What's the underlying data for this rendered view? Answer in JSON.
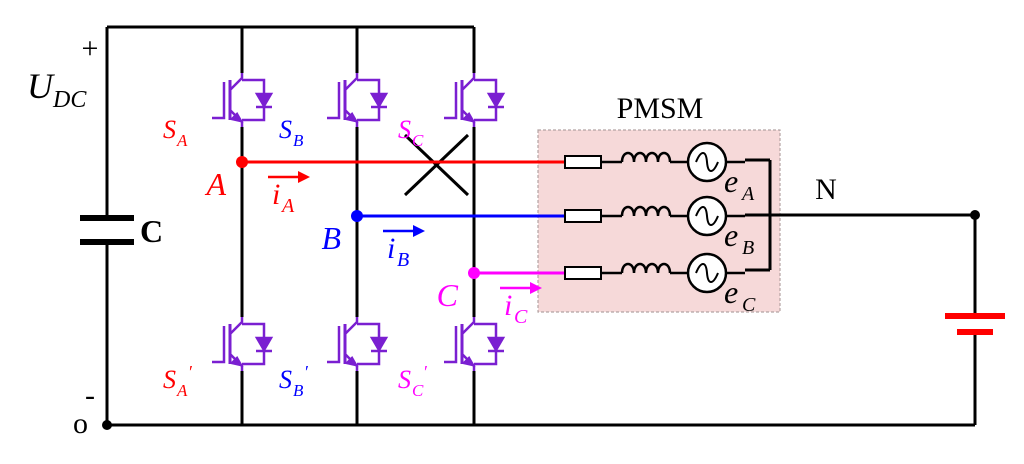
{
  "supply": {
    "plus": "+",
    "minus": "-",
    "symbol": "U",
    "subscript": "DC",
    "capacitor_label": "C",
    "ground_label": "o"
  },
  "motor": {
    "label": "PMSM",
    "neutral_label": "N",
    "emf": [
      {
        "sym": "e",
        "sub": "A"
      },
      {
        "sym": "e",
        "sub": "B"
      },
      {
        "sym": "e",
        "sub": "C"
      }
    ]
  },
  "switches": {
    "upper": [
      {
        "sym": "S",
        "sub": "A"
      },
      {
        "sym": "S",
        "sub": "B"
      },
      {
        "sym": "S",
        "sub": "C"
      }
    ],
    "lower": [
      {
        "sym": "S",
        "sub": "A",
        "prime": "′"
      },
      {
        "sym": "S",
        "sub": "B",
        "prime": "′"
      },
      {
        "sym": "S",
        "sub": "C",
        "prime": "′"
      }
    ]
  },
  "phases": [
    {
      "node": "A",
      "current": "i",
      "sub": "A",
      "color": "#ff0000"
    },
    {
      "node": "B",
      "current": "i",
      "sub": "B",
      "color": "#0000ff"
    },
    {
      "node": "C",
      "current": "i",
      "sub": "C",
      "color": "#ff00ff"
    }
  ],
  "colors": {
    "wire": "#000000",
    "igbt": "#7a1fd1",
    "motor_box_fill": "#f6d9d9",
    "motor_box_stroke": "#b3a3a3",
    "battery": "#ff0000"
  }
}
